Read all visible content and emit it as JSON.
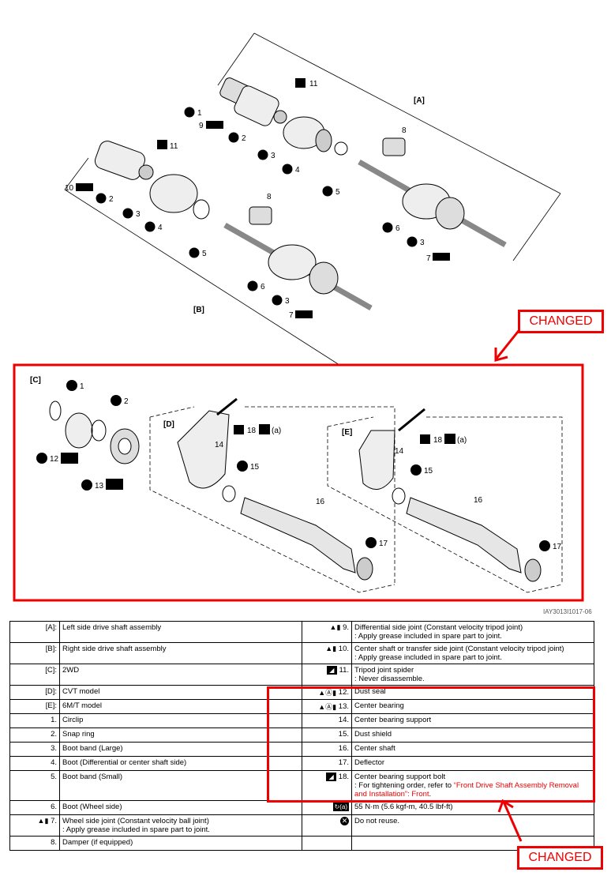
{
  "sections": {
    "a": "[A]",
    "b": "[B]",
    "c": "[C]",
    "d": "[D]",
    "e": "[E]"
  },
  "changed_label": "CHANGED",
  "figure_code": "IAY3013I1017-06",
  "callout_numbers": [
    "1",
    "2",
    "3",
    "4",
    "5",
    "6",
    "7",
    "8",
    "9",
    "10",
    "11",
    "12",
    "13",
    "14",
    "15",
    "16",
    "17",
    "18"
  ],
  "tq_label": "(a)",
  "legend_rows": [
    {
      "lk": "[A]:",
      "lt": "Left side drive shaft assembly",
      "ri": "grease",
      "rk": "9.",
      "rt": "Differential side joint (Constant velocity tripod joint)",
      "rs": ": Apply grease included in spare part to joint."
    },
    {
      "lk": "[B]:",
      "lt": "Right side drive shaft assembly",
      "ri": "grease",
      "rk": "10.",
      "rt": "Center shaft or transfer side joint (Constant velocity tripod joint)",
      "rs": ": Apply grease included in spare part to joint."
    },
    {
      "lk": "[C]:",
      "lt": "2WD",
      "ri": "no-disassemble",
      "rk": "11.",
      "rt": "Tripod joint spider",
      "rs": ": Never disassemble."
    },
    {
      "lk": "[D]:",
      "lt": "CVT model",
      "ri": "grease-a",
      "rk": "12.",
      "rt": "Dust seal",
      "rs": ""
    },
    {
      "lk": "[E]:",
      "lt": "6M/T model",
      "ri": "grease-a",
      "rk": "13.",
      "rt": "Center bearing",
      "rs": ""
    },
    {
      "lk": "1.",
      "lt": "Circlip",
      "ri": "",
      "rk": "14.",
      "rt": "Center bearing support",
      "rs": ""
    },
    {
      "lk": "2.",
      "lt": "Snap ring",
      "ri": "",
      "rk": "15.",
      "rt": "Dust shield",
      "rs": ""
    },
    {
      "lk": "3.",
      "lt": "Boot band (Large)",
      "ri": "",
      "rk": "16.",
      "rt": "Center shaft",
      "rs": ""
    },
    {
      "lk": "4.",
      "lt": "Boot (Differential or center shaft side)",
      "ri": "",
      "rk": "17.",
      "rt": "Deflector",
      "rs": ""
    },
    {
      "lk": "5.",
      "lt": "Boot band (Small)",
      "ri": "no-disassemble",
      "rk": "18.",
      "rt": "Center bearing support bolt",
      "rs": ": For tightening order, refer to ",
      "link": "“Front Drive Shaft Assembly Removal and Installation”: Front",
      "after": "."
    },
    {
      "lk": "6.",
      "lt": "Boot (Wheel side)",
      "ri": "torque",
      "rk": "",
      "rt": "55 N·m (5.6 kgf-m, 40.5 lbf-ft)",
      "rs": ""
    },
    {
      "lk": "7.",
      "lt": "Wheel side joint (Constant velocity ball joint)",
      "ls": ": Apply grease included in spare part to joint.",
      "li": "grease",
      "ri": "noreuse",
      "rk": "",
      "rt": "Do not reuse.",
      "rs": ""
    },
    {
      "lk": "8.",
      "lt": "Damper (if equipped)",
      "ri": "",
      "rk": "",
      "rt": "",
      "rs": ""
    }
  ],
  "colors": {
    "highlight": "#ee0000",
    "ink": "#000000"
  }
}
